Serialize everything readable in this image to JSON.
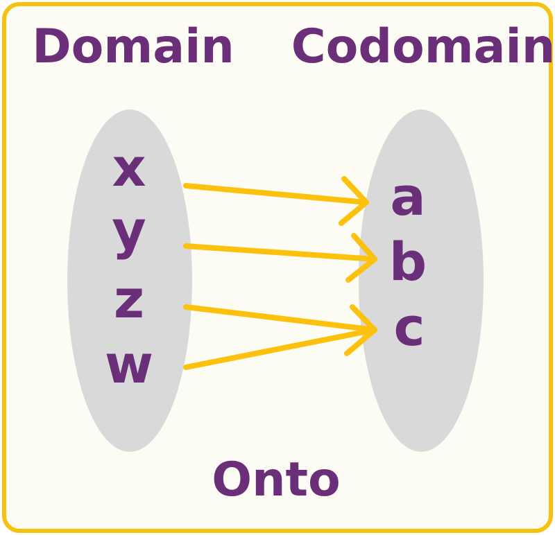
{
  "colors": {
    "frame": "#f7c20f",
    "background": "#fdfcf4",
    "ellipse": "#d9d9d9",
    "text": "#6b2f7a",
    "arrow": "#fcc10c"
  },
  "diagram": {
    "domain_title": "Domain",
    "codomain_title": "Codomain",
    "caption": "Onto",
    "domain_elements": [
      "x",
      "y",
      "z",
      "w"
    ],
    "codomain_elements": [
      "a",
      "b",
      "c"
    ],
    "mappings": [
      {
        "from": "x",
        "to": "a"
      },
      {
        "from": "y",
        "to": "b"
      },
      {
        "from": "z",
        "to": "c"
      },
      {
        "from": "w",
        "to": "c"
      }
    ]
  }
}
